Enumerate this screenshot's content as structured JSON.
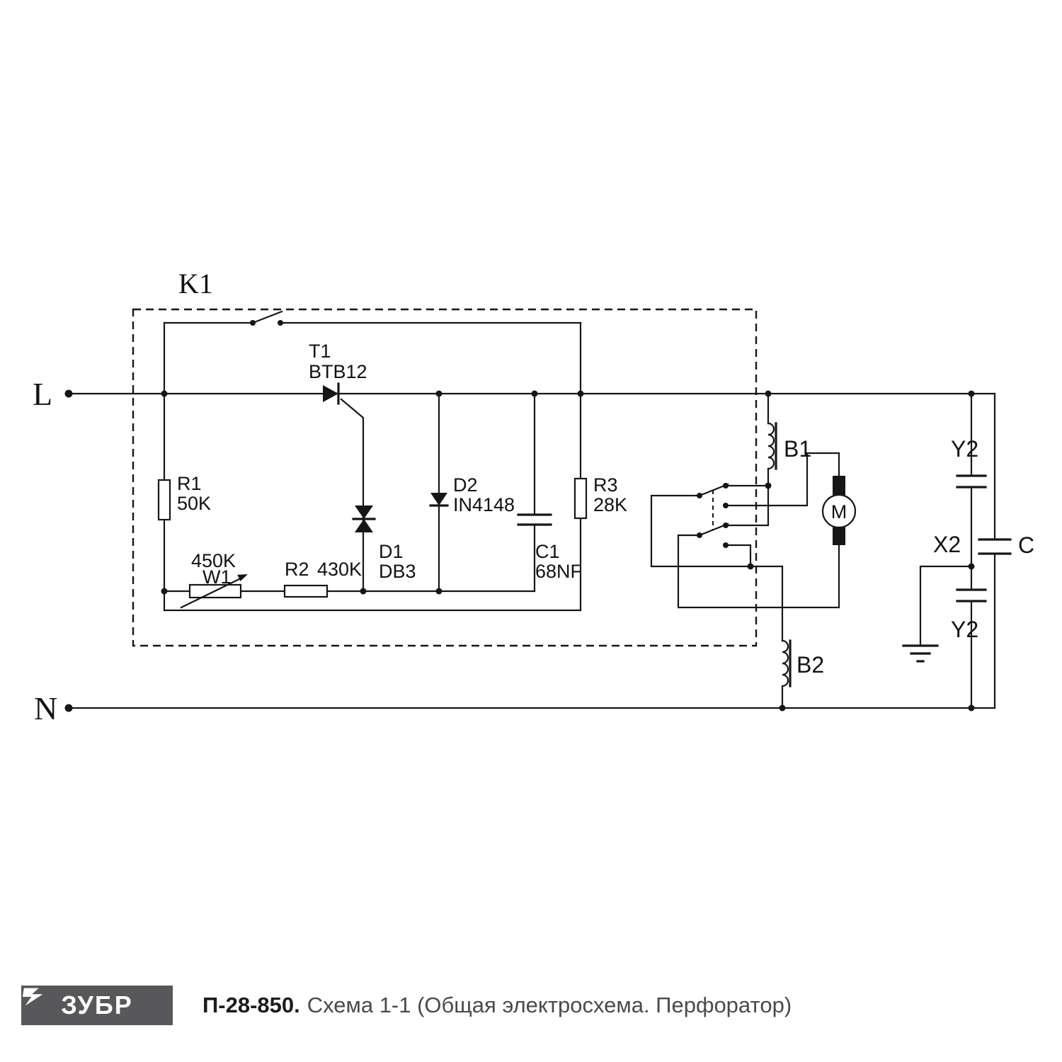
{
  "terminals": {
    "live": "L",
    "neutral": "N"
  },
  "module": {
    "label": "K1"
  },
  "components": {
    "t1_name": "T1",
    "t1_value": "BTB12",
    "r1_name": "R1",
    "r1_value": "50K",
    "w1_value": "450K",
    "w1_name": "W1",
    "r2_name": "R2",
    "r2_value": "430K",
    "d1_name": "D1",
    "d1_value": "DB3",
    "d2_name": "D2",
    "d2_value": "IN4148",
    "c1_name": "C1",
    "c1_value": "68NF",
    "r3_name": "R3",
    "r3_value": "28K",
    "b1_name": "B1",
    "b2_name": "B2",
    "motor_label": "M",
    "y2_top": "Y2",
    "x2_label": "X2",
    "c_label": "C",
    "y2_bottom": "Y2"
  },
  "footer": {
    "brand": "ЗУБР",
    "model": "П-28-850.",
    "caption": "Схема 1-1 (Общая электросхема. Перфоратор)"
  }
}
